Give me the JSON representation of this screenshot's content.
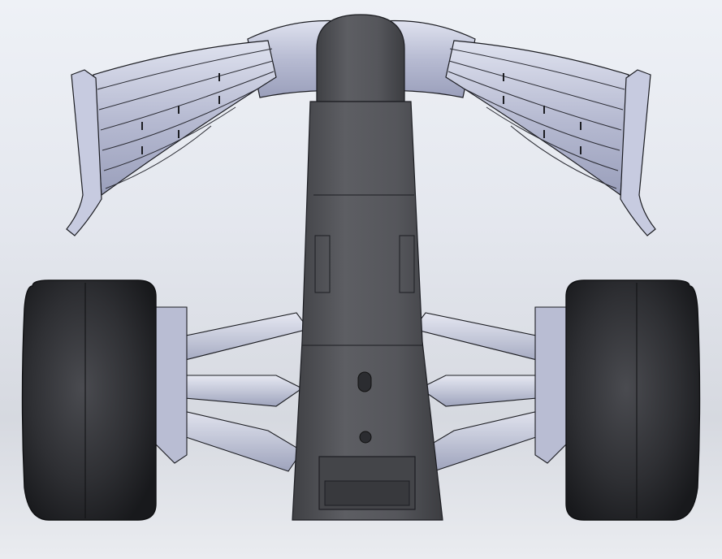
{
  "scene": {
    "subject": "f1-front-nose-assembly",
    "view": "front",
    "render_style": "shaded-with-edges",
    "colors": {
      "background_top": "#eef1f6",
      "background_bottom": "#d6d9e0",
      "wing": "#b9bdd3",
      "wing_light": "#dde0ee",
      "wing_dark": "#8f94b0",
      "nose": "#55565b",
      "nose_dark": "#3e3f43",
      "tire": "#2b2c30",
      "tire_dark": "#1a1b1e",
      "arm": "#c4c8da",
      "edge": "#1c1d22"
    }
  }
}
